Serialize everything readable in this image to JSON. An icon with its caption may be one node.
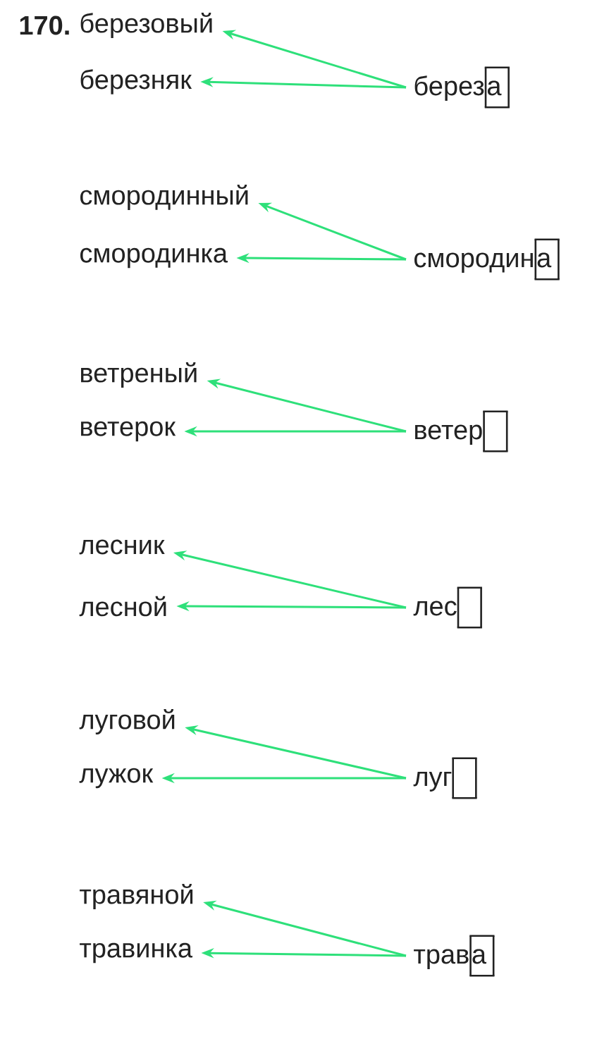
{
  "diagram": {
    "nodes": [
      {
        "text": [
          "березовый"
        ]
      },
      {
        "text": [
          "березняк"
        ]
      },
      {
        "text": [
          "берез",
          "а"
        ]
      },
      {
        "text": [
          "смородинный"
        ]
      },
      {
        "text": [
          "смородинка"
        ]
      },
      {
        "text": [
          "смородин",
          "а"
        ]
      },
      {
        "text": [
          "ветреный"
        ]
      },
      {
        "text": [
          "ветерок"
        ]
      },
      {
        "text": [
          "ветер"
        ]
      },
      {
        "text": [
          "лесник"
        ]
      },
      {
        "text": [
          "лесной"
        ]
      },
      {
        "text": [
          "лес"
        ]
      },
      {
        "text": [
          "луговой"
        ]
      },
      {
        "text": [
          "лужок"
        ]
      },
      {
        "text": [
          "луг"
        ]
      },
      {
        "text": [
          "травяной"
        ]
      },
      {
        "text": [
          "травинка"
        ]
      },
      {
        "text": [
          "трав",
          "а"
        ]
      }
    ],
    "edges": [
      {
        "from": 2,
        "to": 0,
        "arrow": "to"
      },
      {
        "from": 2,
        "to": 1,
        "arrow": "to"
      },
      {
        "from": 5,
        "to": 3,
        "arrow": "to"
      },
      {
        "from": 5,
        "to": 4,
        "arrow": "to"
      },
      {
        "from": 8,
        "to": 6,
        "arrow": "to"
      },
      {
        "from": 8,
        "to": 7,
        "arrow": "to"
      },
      {
        "from": 11,
        "to": 9,
        "arrow": "to"
      },
      {
        "from": 11,
        "to": 10,
        "arrow": "to"
      },
      {
        "from": 14,
        "to": 12,
        "arrow": "to"
      },
      {
        "from": 14,
        "to": 13,
        "arrow": "to"
      },
      {
        "from": 17,
        "to": 15,
        "arrow": "to"
      },
      {
        "from": 17,
        "to": 16,
        "arrow": "to"
      }
    ],
    "labels": [
      "170."
    ]
  }
}
